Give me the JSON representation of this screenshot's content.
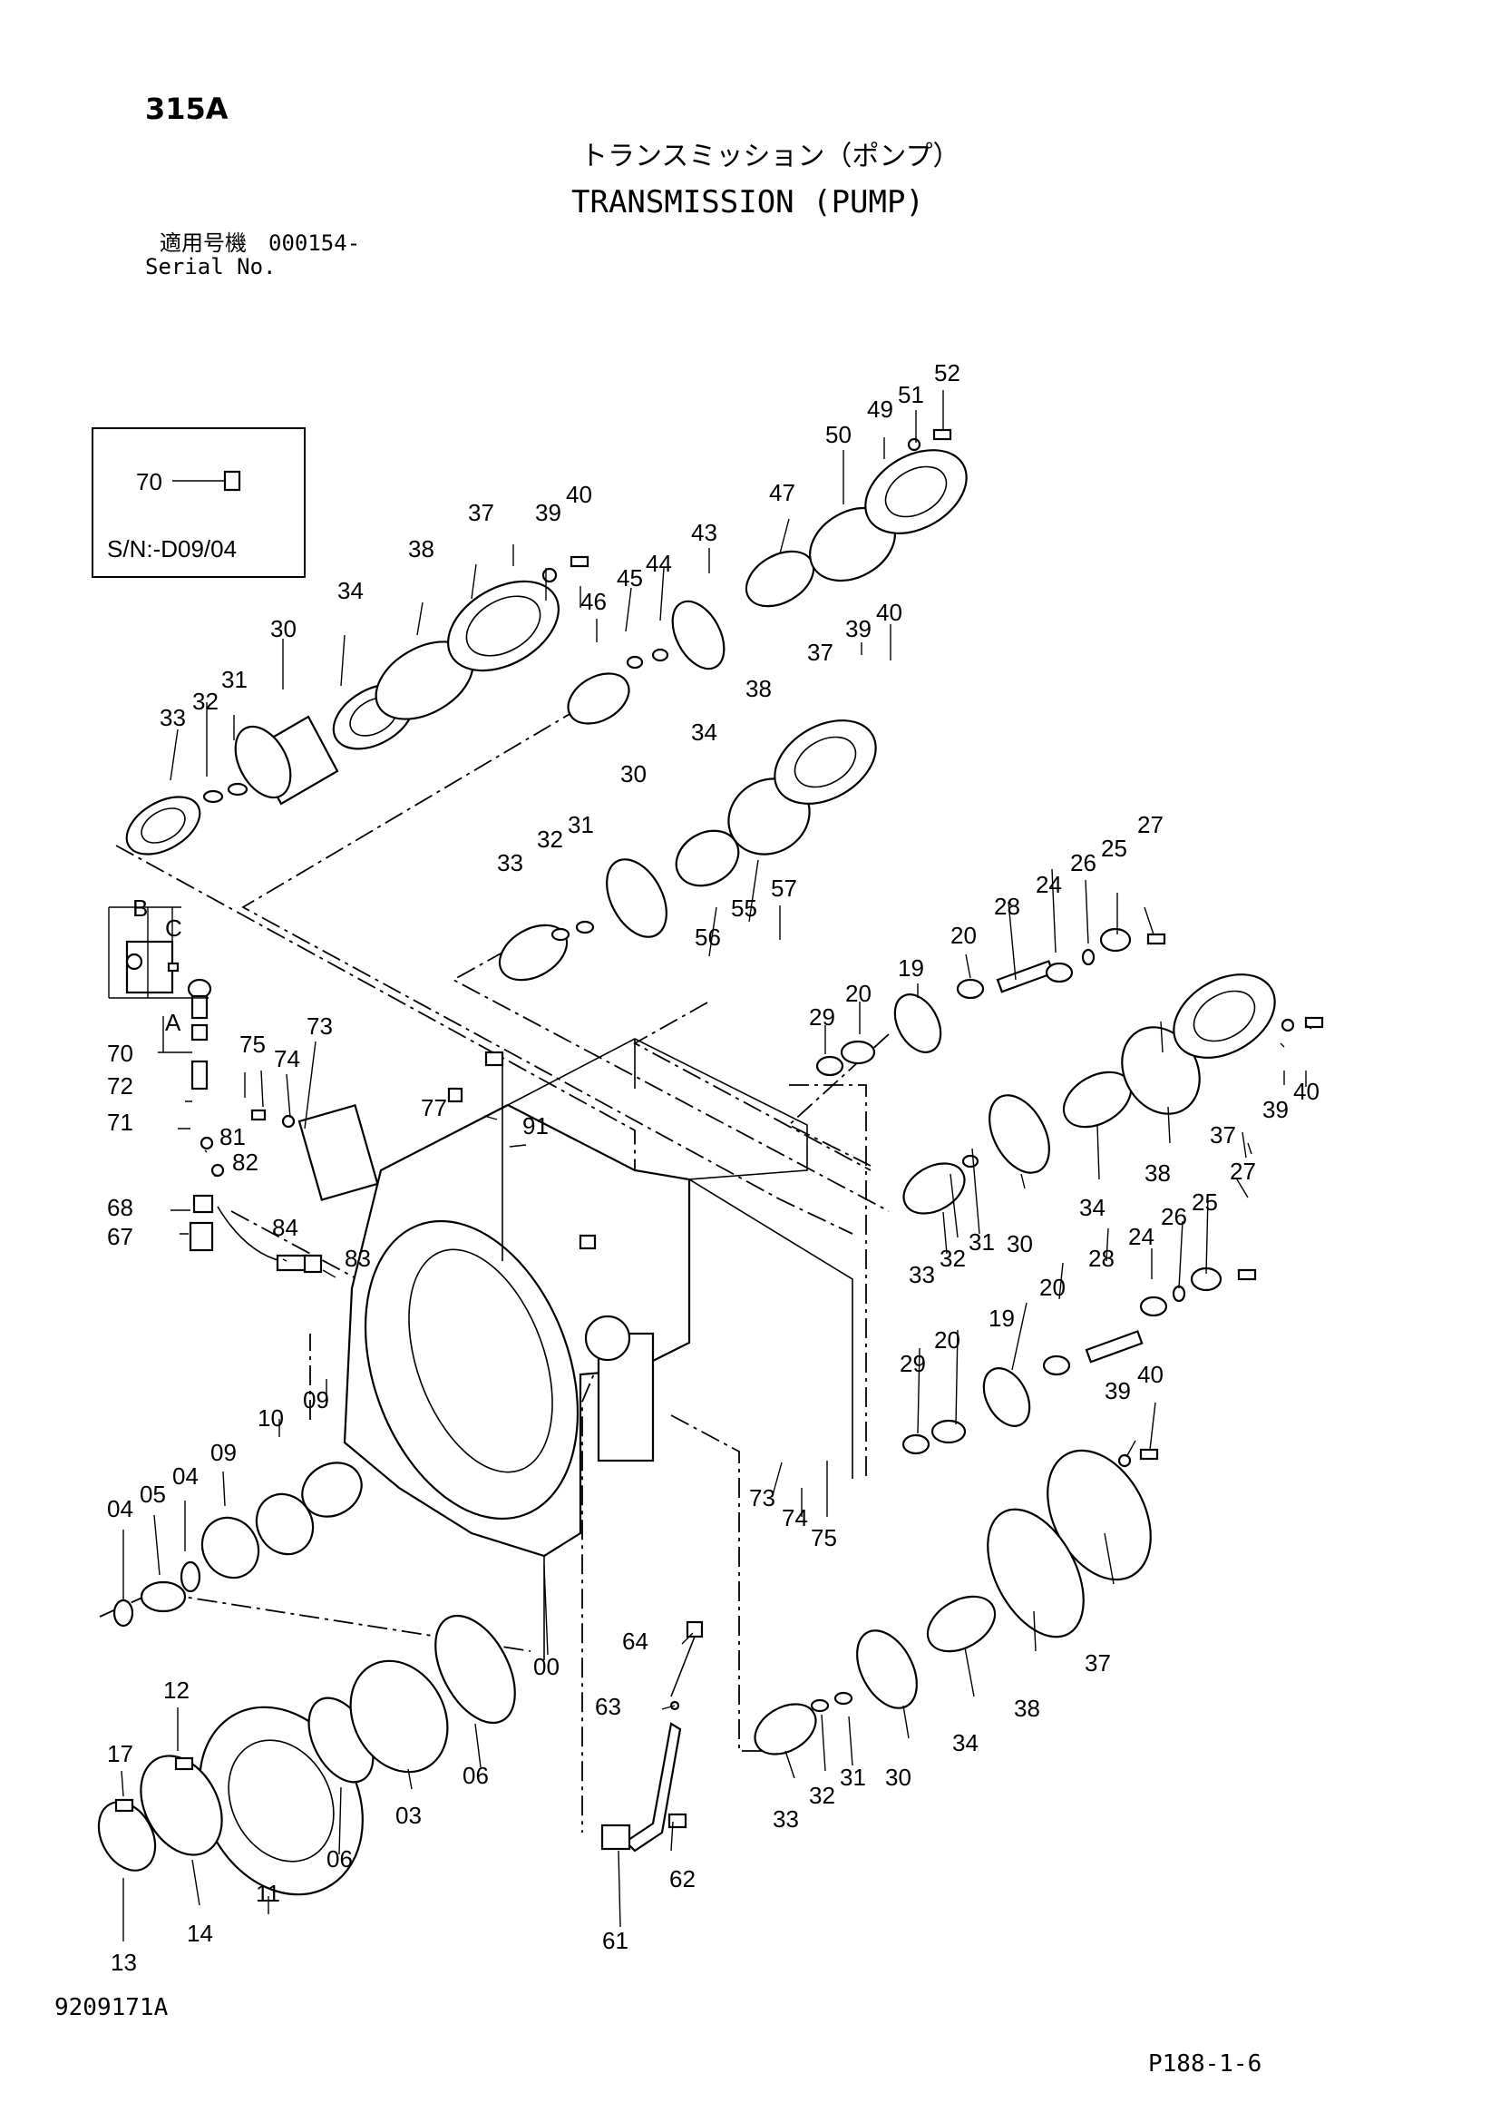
{
  "header": {
    "page_code": "315A",
    "title_jp": "トランスミッション（ポンプ）",
    "title_en": "TRANSMISSION (PUMP)",
    "serial_label_jp": "適用号機　000154-",
    "serial_label_en": "Serial No."
  },
  "inset": {
    "part_label": "70",
    "note": "S/N:-D09/04"
  },
  "detail": {
    "b": "B",
    "c": "C",
    "a": "A"
  },
  "parts": {
    "p00": "00",
    "p03": "03",
    "p04": "04",
    "p05": "05",
    "p06": "06",
    "p09": "09",
    "p10": "10",
    "p11": "11",
    "p12": "12",
    "p13": "13",
    "p14": "14",
    "p17": "17",
    "p19": "19",
    "p20": "20",
    "p24": "24",
    "p25": "25",
    "p26": "26",
    "p27": "27",
    "p28": "28",
    "p29": "29",
    "p30": "30",
    "p31": "31",
    "p32": "32",
    "p33": "33",
    "p34": "34",
    "p37": "37",
    "p38": "38",
    "p39": "39",
    "p40": "40",
    "p43": "43",
    "p44": "44",
    "p45": "45",
    "p46": "46",
    "p47": "47",
    "p49": "49",
    "p50": "50",
    "p51": "51",
    "p52": "52",
    "p55": "55",
    "p56": "56",
    "p57": "57",
    "p61": "61",
    "p62": "62",
    "p63": "63",
    "p64": "64",
    "p67": "67",
    "p68": "68",
    "p70": "70",
    "p71": "71",
    "p72": "72",
    "p73": "73",
    "p74": "74",
    "p75": "75",
    "p77": "77",
    "p81": "81",
    "p82": "82",
    "p83": "83",
    "p84": "84",
    "p91": "91"
  },
  "footer": {
    "drawing_no": "9209171A",
    "page_no": "P188-1-6"
  }
}
